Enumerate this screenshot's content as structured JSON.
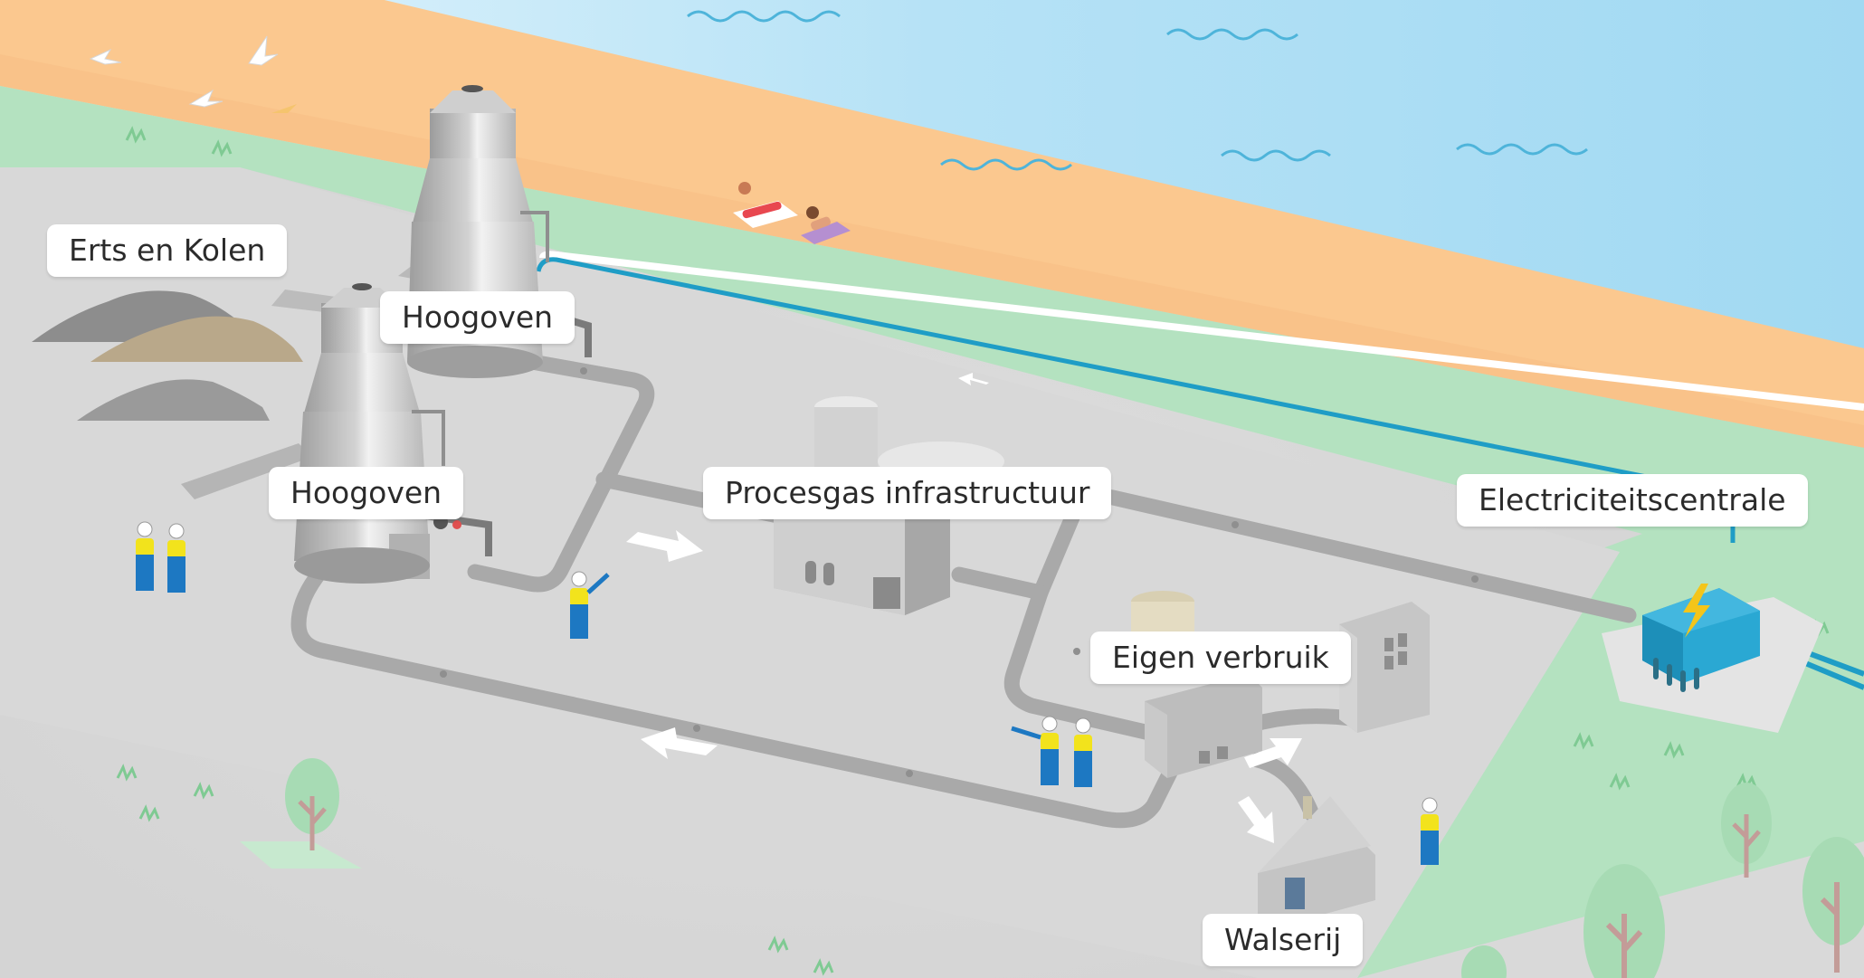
{
  "labels": {
    "ore_coal": "Erts en Kolen",
    "blast_furnace_1": "Hoogoven",
    "blast_furnace_2": "Hoogoven",
    "process_gas": "Procesgas infrastructuur",
    "power_plant": "Electriciteitscentrale",
    "own_use": "Eigen verbruik",
    "rolling_mill": "Walserij"
  },
  "colors": {
    "sea": "#a9dcf3",
    "beach": "#fbc88f",
    "grass": "#b4e2c0",
    "site": "#dcdcdc",
    "pipe": "#a9a9a9",
    "water_pipe": "#1f9dc6",
    "power_plant": "#2aa8d3",
    "bolt": "#f4c51a",
    "worker_shirt": "#f2e31c",
    "worker_trousers": "#1d78c2",
    "tree": "#a7dbb4",
    "trunk": "#c39c98"
  }
}
